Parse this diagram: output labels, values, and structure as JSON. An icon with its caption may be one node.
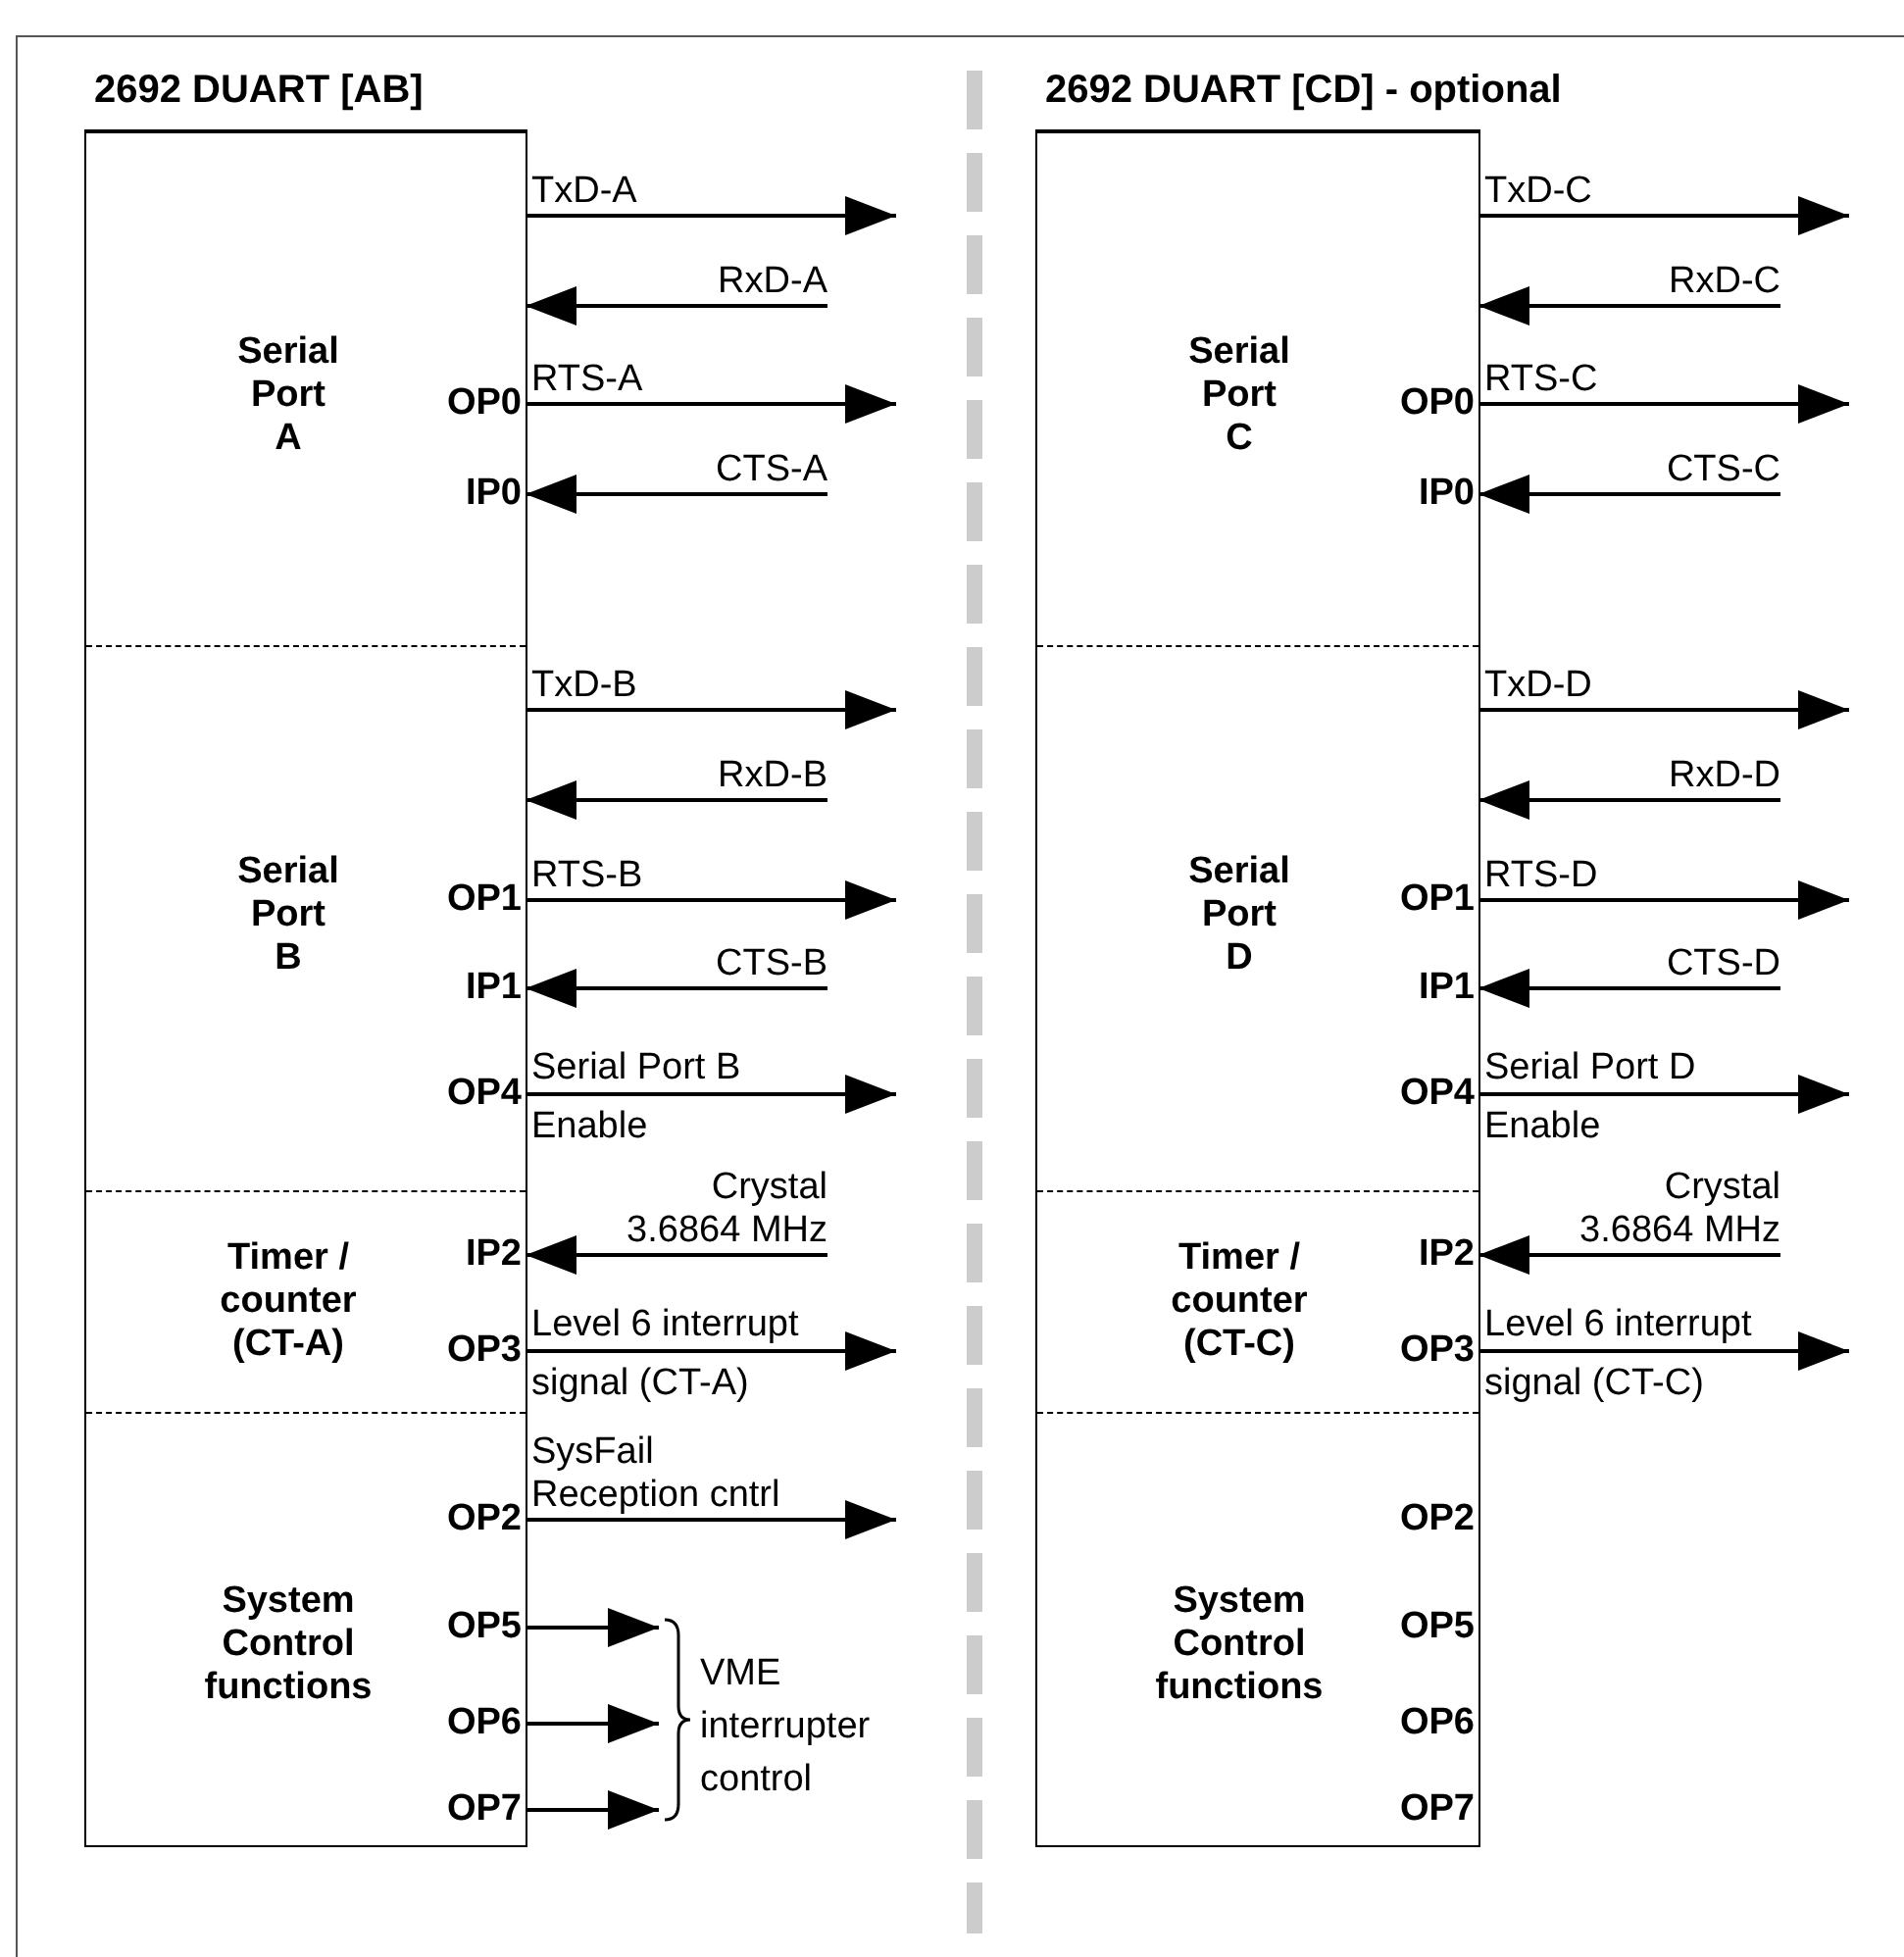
{
  "diagram": {
    "nodes": [
      {
        "text": [
          "2692 DUART [AB]"
        ]
      },
      {
        "text": [
          "Serial Port A"
        ],
        "in": 0
      },
      {
        "text": [
          "Serial Port B"
        ],
        "in": 0
      },
      {
        "text": [
          "Timer / counter (CT-A)"
        ],
        "in": 0
      },
      {
        "text": [
          "System Control functions"
        ],
        "in": 0
      },
      {
        "text": [
          "VME interrupter control"
        ]
      },
      {
        "text": [
          "2692 DUART [CD] - optional"
        ]
      },
      {
        "text": [
          "Serial Port C"
        ],
        "in": 6
      },
      {
        "text": [
          "Serial Port D"
        ],
        "in": 6
      },
      {
        "text": [
          "Timer / counter (CT-C)"
        ],
        "in": 6
      },
      {
        "text": [
          "System Control functions"
        ],
        "in": 6
      }
    ],
    "edges": [
      {
        "from": 1,
        "to": null,
        "arrow": "to",
        "label": "TxD-A"
      },
      {
        "from": null,
        "to": 1,
        "arrow": "to",
        "label": "RxD-A"
      },
      {
        "from": 1,
        "to": null,
        "arrow": "to",
        "label": "RTS-A"
      },
      {
        "from": null,
        "to": 1,
        "arrow": "to",
        "label": "CTS-A"
      },
      {
        "from": 2,
        "to": null,
        "arrow": "to",
        "label": "TxD-B"
      },
      {
        "from": null,
        "to": 2,
        "arrow": "to",
        "label": "RxD-B"
      },
      {
        "from": 2,
        "to": null,
        "arrow": "to",
        "label": "RTS-B"
      },
      {
        "from": null,
        "to": 2,
        "arrow": "to",
        "label": "CTS-B"
      },
      {
        "from": 2,
        "to": null,
        "arrow": "to",
        "label": "Serial Port B Enable"
      },
      {
        "from": null,
        "to": 3,
        "arrow": "to",
        "label": "Crystal 3.6864 MHz"
      },
      {
        "from": 3,
        "to": null,
        "arrow": "to",
        "label": "Level 6 interrupt signal (CT-A)"
      },
      {
        "from": 4,
        "to": null,
        "arrow": "to",
        "label": "SysFail Reception cntrl"
      },
      {
        "from": 4,
        "to": 5,
        "arrow": "to"
      },
      {
        "from": 4,
        "to": 5,
        "arrow": "to"
      },
      {
        "from": 4,
        "to": 5,
        "arrow": "to"
      },
      {
        "from": 7,
        "to": null,
        "arrow": "to",
        "label": "TxD-C"
      },
      {
        "from": null,
        "to": 7,
        "arrow": "to",
        "label": "RxD-C"
      },
      {
        "from": 7,
        "to": null,
        "arrow": "to",
        "label": "RTS-C"
      },
      {
        "from": null,
        "to": 7,
        "arrow": "to",
        "label": "CTS-C"
      },
      {
        "from": 8,
        "to": null,
        "arrow": "to",
        "label": "TxD-D"
      },
      {
        "from": null,
        "to": 8,
        "arrow": "to",
        "label": "RxD-D"
      },
      {
        "from": 8,
        "to": null,
        "arrow": "to",
        "label": "RTS-D"
      },
      {
        "from": null,
        "to": 8,
        "arrow": "to",
        "label": "CTS-D"
      },
      {
        "from": 8,
        "to": null,
        "arrow": "to",
        "label": "Serial Port D Enable"
      },
      {
        "from": null,
        "to": 9,
        "arrow": "to",
        "label": "Crystal 3.6864 MHz"
      },
      {
        "from": 9,
        "to": null,
        "arrow": "to",
        "label": "Level 6 interrupt signal (CT-C)"
      }
    ],
    "labels": [
      "OP0",
      "IP0",
      "OP1",
      "IP1",
      "OP4",
      "IP2",
      "OP3",
      "OP2",
      "OP5",
      "OP6",
      "OP7",
      "OP0",
      "IP0",
      "OP1",
      "IP1",
      "OP4",
      "IP2",
      "OP3",
      "OP2",
      "OP5",
      "OP6",
      "OP7"
    ]
  }
}
